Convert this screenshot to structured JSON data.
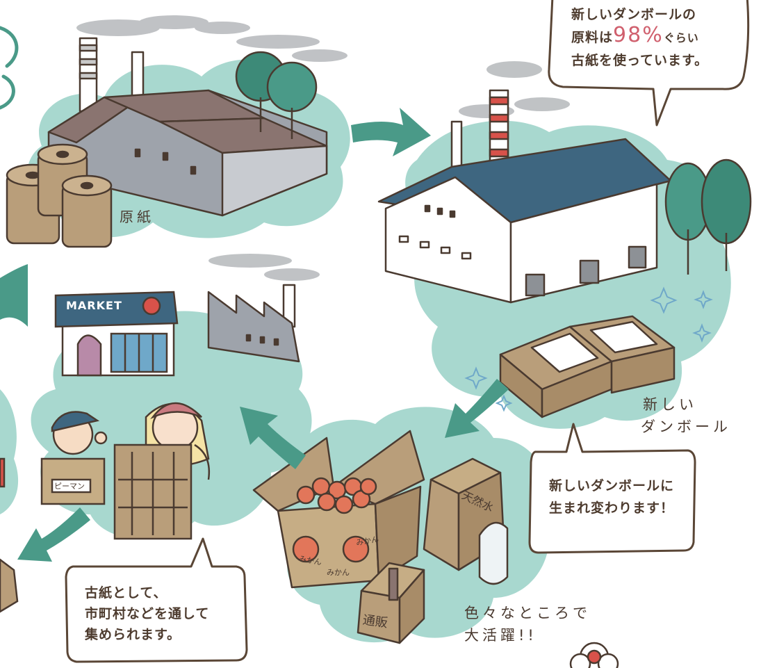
{
  "colors": {
    "mint": "#a8d8cf",
    "arrow": "#4a9a88",
    "roof_blue": "#3e6680",
    "roof_brown": "#8a7470",
    "wall_gray": "#9ea3ab",
    "cardboard": "#b99e7a",
    "outline": "#4a3a30",
    "accent_pink": "#d0606e"
  },
  "bubbles": {
    "top_right": {
      "line1": "新しいダンボールの",
      "line2_prefix": "原料は",
      "line2_pct": "98%",
      "line2_suffix": "ぐらい",
      "line3": "古紙を使っています。"
    },
    "middle_right": {
      "line1": "新しいダンボールに",
      "line2": "生まれ変わります！"
    },
    "bottom_left": {
      "line1": "古紙として、",
      "line2": "市町村などを通して",
      "line3": "集められます。"
    }
  },
  "labels": {
    "base_paper": "原紙",
    "new_cardboard_1": "新しい",
    "new_cardboard_2": "ダンボール",
    "active_1": "色々なところで",
    "active_2": "大活躍!!",
    "market_sign": "MARKET",
    "box_mikan_1": "みかん",
    "box_mikan_2": "みかん",
    "box_mikan_3": "みかん",
    "box_water": "天然水",
    "box_mailorder": "通販",
    "box_pepper": "ピーマン"
  },
  "icons": [
    "recycle-arrow-icon",
    "sparkle-icon",
    "tomato-icon",
    "flower-icon"
  ]
}
